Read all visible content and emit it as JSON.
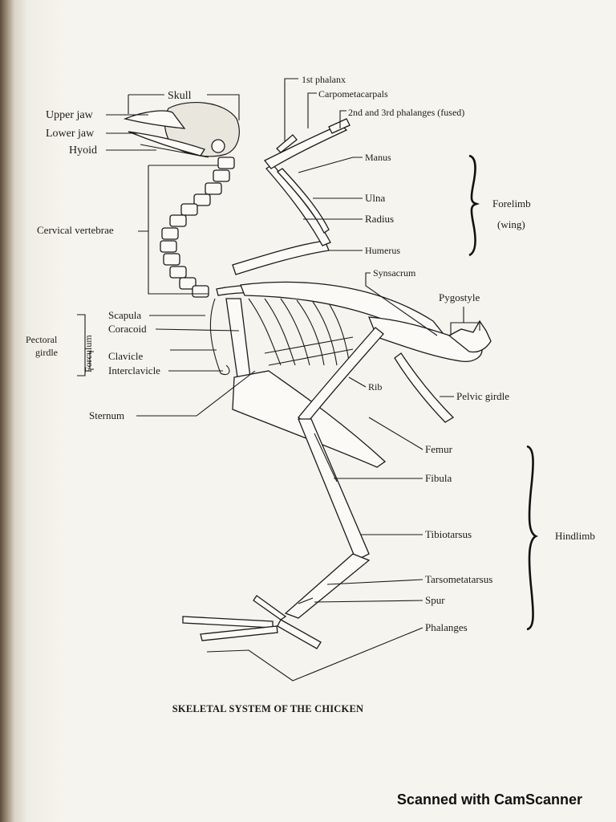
{
  "labels": {
    "skull": "Skull",
    "upper_jaw": "Upper jaw",
    "lower_jaw": "Lower jaw",
    "hyoid": "Hyoid",
    "cervical_vertebrae": "Cervical vertebrae",
    "pectoral_girdle_1": "Pectoral",
    "pectoral_girdle_2": "girdle",
    "forculum": "Forculum",
    "scapula": "Scapula",
    "coracoid": "Coracoid",
    "clavicle": "Clavicle",
    "interclavicle": "Interclavicle",
    "sternum": "Sternum",
    "first_phalanx": "1st phalanx",
    "carpometacarpals": "Carpometacarpals",
    "phalanges_fused": "2nd and 3rd phalanges (fused)",
    "manus": "Manus",
    "ulna": "Ulna",
    "radius": "Radius",
    "humerus": "Humerus",
    "forelimb_1": "Forelimb",
    "forelimb_2": "(wing)",
    "synsacrum": "Synsacrum",
    "pygostyle": "Pygostyle",
    "rib": "Rib",
    "pelvic_girdle": "Pelvic girdle",
    "femur": "Femur",
    "fibula": "Fibula",
    "tibiotarsus": "Tibiotarsus",
    "hindlimb": "Hindlimb",
    "tarsometatarsus": "Tarsometatarsus",
    "spur": "Spur",
    "phalanges": "Phalanges"
  },
  "caption": "SKELETAL SYSTEM OF THE CHICKEN",
  "watermark": "Scanned with CamScanner"
}
